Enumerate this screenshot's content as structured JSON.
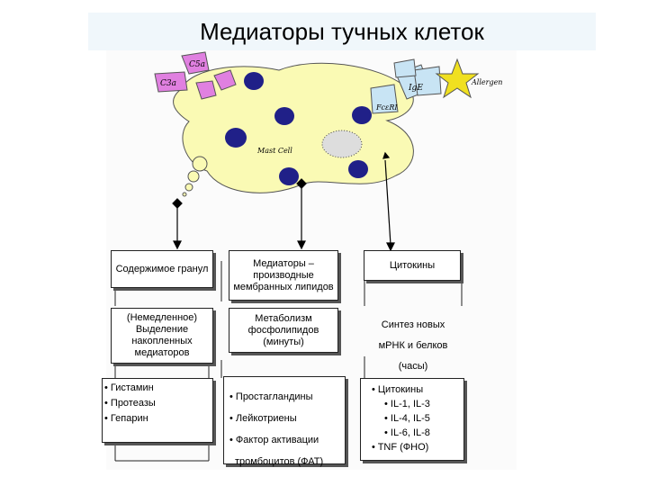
{
  "title": "Медиаторы тучных клеток",
  "diagram": {
    "labels": {
      "c5a": "C5a",
      "c3a": "C3a",
      "ige": "IgE",
      "fceri": "FcεRI",
      "allergen": "Allergen",
      "mast_cell": "Mast Cell"
    }
  },
  "columns": [
    {
      "header": "Содержимое гранул",
      "process": "(Немедленное) Выделение накопленных медиаторов",
      "items": [
        "• Гистамин",
        "• Протеазы",
        "• Гепарин"
      ]
    },
    {
      "header": "Медиаторы – производные мембранных липидов",
      "process": "Метаболизм фосфолипидов (минуты)",
      "items": [
        "• Простагландины",
        "• Лейкотриены",
        "• Фактор активации",
        "тромбоцитов (ФАТ)"
      ]
    },
    {
      "header": "Цитокины",
      "process_lines": [
        "Синтез новых",
        "мРНК и белков",
        "(часы)"
      ],
      "items": [
        "• Цитокины",
        "• IL-1, IL-3",
        "• IL-4, IL-5",
        "• IL-6, IL-8",
        "•  TNF (ФНО)"
      ]
    }
  ]
}
